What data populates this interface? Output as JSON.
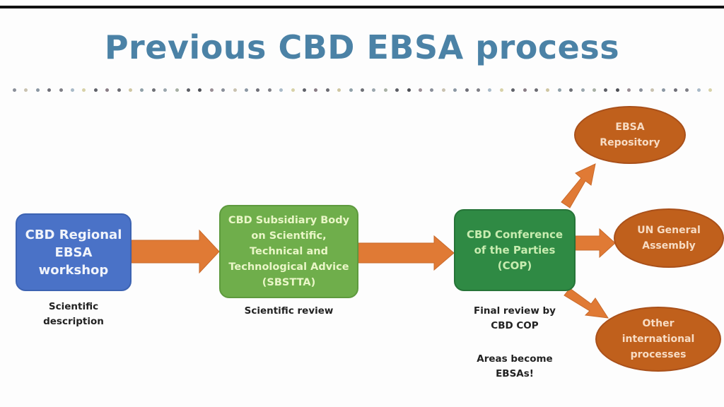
{
  "slide": {
    "title": "Previous CBD EBSA process",
    "separator_dot_colors": [
      "#8a8f99",
      "#c9c2b0",
      "#8b97a3",
      "#6f6f78",
      "#7f7f86",
      "#a9bac8",
      "#d8d2a8",
      "#5f6169",
      "#8a7d86",
      "#6b6b72",
      "#cfc6a2",
      "#90a0a8",
      "#6e7076",
      "#9aa6ad",
      "#a7b0a4",
      "#5d5f66",
      "#4d4f55",
      "#9a8e95"
    ],
    "colors": {
      "title": "#4b82a6",
      "workshop_box": "#4a72c7",
      "sbstta_box": "#6fae4b",
      "cop_box": "#2f8a44",
      "outcome_ellipse": "#c0601c",
      "arrow": "#e07a35"
    }
  },
  "stages": [
    {
      "id": "workshop",
      "lines": [
        "CBD Regional",
        "EBSA",
        "workshop"
      ],
      "caption": [
        "Scientific",
        "description"
      ]
    },
    {
      "id": "sbstta",
      "lines": [
        "CBD Subsidiary Body",
        "on Scientific,",
        "Technical and",
        "Technological Advice",
        "(SBSTTA)"
      ],
      "caption": [
        "Scientific review"
      ]
    },
    {
      "id": "cop",
      "lines": [
        "CBD Conference",
        "of the Parties",
        "(COP)"
      ],
      "caption": [
        "Final review by",
        "CBD COP"
      ],
      "caption2": [
        "Areas become",
        "EBSAs!"
      ]
    }
  ],
  "outcomes": [
    {
      "id": "repository",
      "lines": [
        "EBSA",
        "Repository"
      ]
    },
    {
      "id": "unga",
      "lines": [
        "UN General",
        "Assembly"
      ]
    },
    {
      "id": "other",
      "lines": [
        "Other",
        "international",
        "processes"
      ]
    }
  ]
}
